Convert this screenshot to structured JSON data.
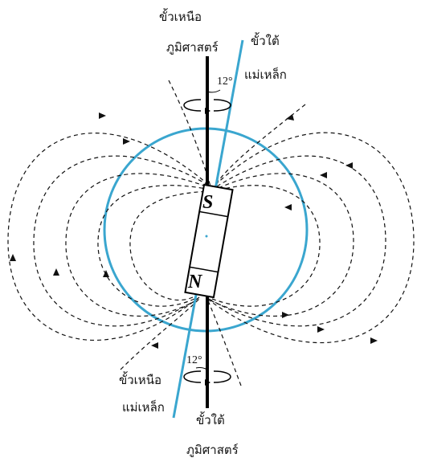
{
  "labels": {
    "geo_north": [
      "ขั้วเหนือ",
      "ภูมิศาสตร์"
    ],
    "mag_south": [
      "ขั้วใต้",
      "แม่เหล็ก"
    ],
    "mag_north": [
      "ขั้วเหนือ",
      "แม่เหล็ก"
    ],
    "geo_south": [
      "ขั้วใต้",
      "ภูมิศาสตร์"
    ],
    "angle_top": "12°",
    "angle_bottom": "12°",
    "magnet_s": "S",
    "magnet_n": "N"
  },
  "colors": {
    "earth": "#3aa6cf",
    "axis": "#000000",
    "field_lines": "#111111"
  }
}
